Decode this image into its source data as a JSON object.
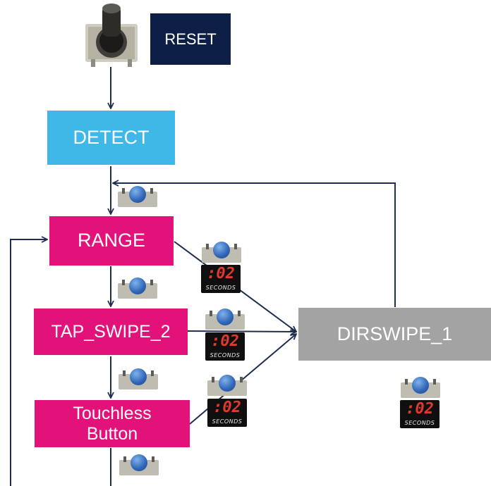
{
  "nodes": {
    "reset": "RESET",
    "detect": "DETECT",
    "range": "RANGE",
    "tap_swipe_2": "TAP_SWIPE_2",
    "touchless_line1": "Touchless",
    "touchless_line2": "Button",
    "dirswipe_1": "DIRSWIPE_1"
  },
  "timer": {
    "digits": ":02",
    "unit": "SECONDS"
  },
  "icons": {
    "reset_button": "push-button-icon",
    "press": "blue-push-button-icon",
    "timer": "timer-display-icon"
  },
  "colors": {
    "reset": "#0d1f47",
    "detect": "#3fb8e8",
    "state": "#e3127b",
    "dirswipe": "#a3a3a3",
    "arrow": "#1f2d4f"
  }
}
